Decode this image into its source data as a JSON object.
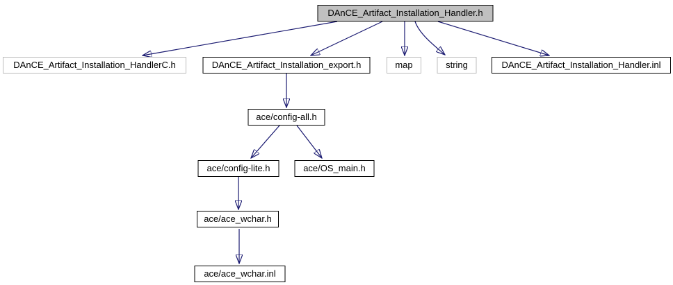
{
  "diagram": {
    "type": "include-dependency-graph",
    "colors": {
      "background": "#ffffff",
      "arrow": "#191970",
      "node_fill": "#ffffff",
      "root_node_fill": "#c0c0c0",
      "node_border": "#000000",
      "external_node_border": "#bcbcbc",
      "text": "#000000"
    },
    "nodes": [
      {
        "id": "handler_h",
        "label": "DAnCE_Artifact_Installation_Handler.h",
        "root": true,
        "linked": false
      },
      {
        "id": "handlerc_h",
        "label": "DAnCE_Artifact_Installation_HandlerC.h",
        "root": false,
        "linked": false
      },
      {
        "id": "export_h",
        "label": "DAnCE_Artifact_Installation_export.h",
        "root": false,
        "linked": true
      },
      {
        "id": "map",
        "label": "map",
        "root": false,
        "linked": false
      },
      {
        "id": "string",
        "label": "string",
        "root": false,
        "linked": false
      },
      {
        "id": "handler_inl",
        "label": "DAnCE_Artifact_Installation_Handler.inl",
        "root": false,
        "linked": true
      },
      {
        "id": "config_all_h",
        "label": "ace/config-all.h",
        "root": false,
        "linked": true
      },
      {
        "id": "config_lite_h",
        "label": "ace/config-lite.h",
        "root": false,
        "linked": true
      },
      {
        "id": "os_main_h",
        "label": "ace/OS_main.h",
        "root": false,
        "linked": true
      },
      {
        "id": "ace_wchar_h",
        "label": "ace/ace_wchar.h",
        "root": false,
        "linked": true
      },
      {
        "id": "ace_wchar_inl",
        "label": "ace/ace_wchar.inl",
        "root": false,
        "linked": true
      }
    ],
    "edges": [
      {
        "from": "handler_h",
        "to": "handlerc_h"
      },
      {
        "from": "handler_h",
        "to": "export_h"
      },
      {
        "from": "handler_h",
        "to": "map"
      },
      {
        "from": "handler_h",
        "to": "string"
      },
      {
        "from": "handler_h",
        "to": "handler_inl"
      },
      {
        "from": "export_h",
        "to": "config_all_h"
      },
      {
        "from": "config_all_h",
        "to": "config_lite_h"
      },
      {
        "from": "config_all_h",
        "to": "os_main_h"
      },
      {
        "from": "config_lite_h",
        "to": "ace_wchar_h"
      },
      {
        "from": "ace_wchar_h",
        "to": "ace_wchar_inl"
      }
    ]
  }
}
